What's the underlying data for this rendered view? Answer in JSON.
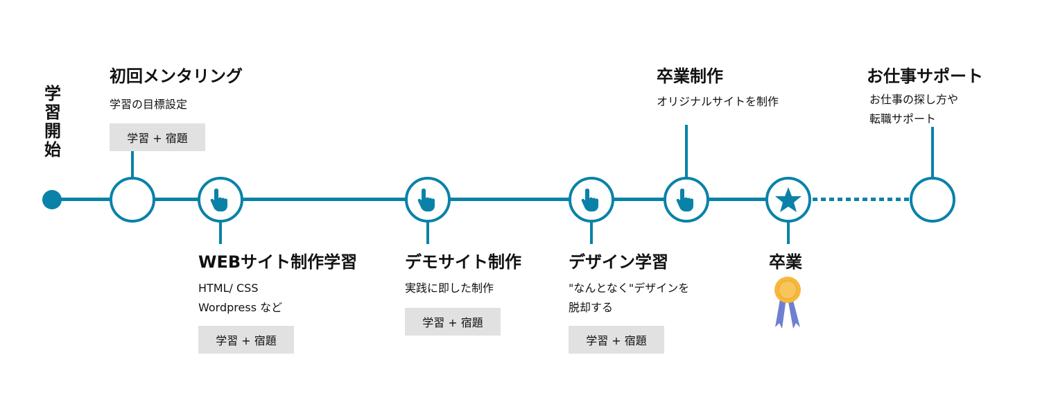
{
  "start_label": "学習開始",
  "accent": "#0a82a8",
  "steps": [
    {
      "title": "初回メンタリング",
      "desc": [
        "学習の目標設定"
      ],
      "tag": "学習 + 宿題"
    },
    {
      "title": "WEBサイト制作学習",
      "desc": [
        "HTML/ CSS",
        "Wordpress など"
      ],
      "tag": "学習 + 宿題"
    },
    {
      "title": "デモサイト制作",
      "desc": [
        "実践に即した制作"
      ],
      "tag": "学習 + 宿題"
    },
    {
      "title": "デザイン学習",
      "desc": [
        "\"なんとなく\"デザインを",
        "脱却する"
      ],
      "tag": "学習 + 宿題"
    },
    {
      "title": "卒業制作",
      "desc": [
        "オリジナルサイトを制作"
      ]
    },
    {
      "title": "卒業"
    },
    {
      "title": "お仕事サポート",
      "desc": [
        "お仕事の探し方や",
        "転職サポート"
      ]
    }
  ],
  "icons": [
    "empty",
    "hand-pointer",
    "hand-pointer",
    "hand-pointer",
    "hand-pointer",
    "star",
    "empty"
  ]
}
